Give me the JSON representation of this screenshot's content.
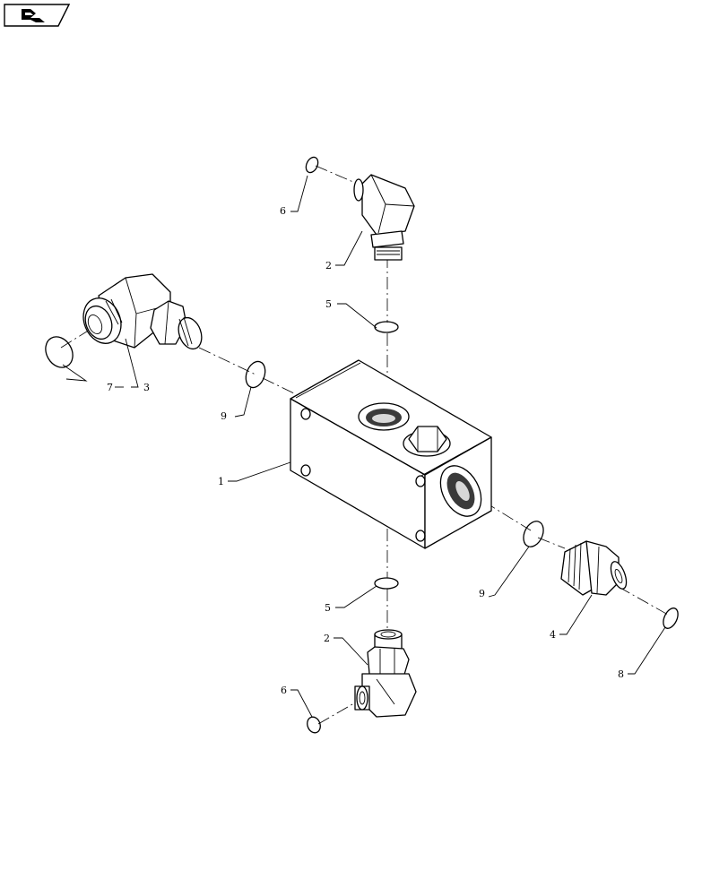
{
  "nav_badge": {
    "icon": "back-arrow-icon"
  },
  "callouts": {
    "c1": "1",
    "c2_top": "2",
    "c2_bottom": "2",
    "c3": "3",
    "c4": "4",
    "c5_top": "5",
    "c5_bottom": "5",
    "c6_top": "6",
    "c6_bottom": "6",
    "c7": "7",
    "c8": "8",
    "c9_left": "9",
    "c9_right": "9"
  }
}
